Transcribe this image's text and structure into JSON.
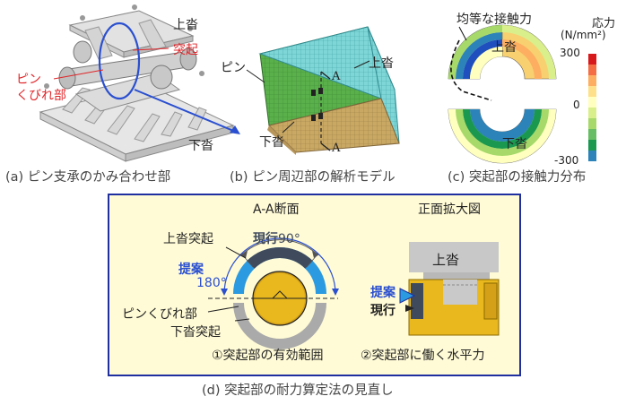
{
  "panel_a": {
    "label_upper": "上沓",
    "label_protrusion": "突起",
    "label_pin": "ピン",
    "label_neck": "くびれ部",
    "label_lower": "下沓",
    "caption": "(a) ピン支承のかみ合わせ部"
  },
  "panel_b": {
    "label_pin": "ピン",
    "label_upper": "上沓",
    "label_lower": "下沓",
    "section_a_top": "A",
    "section_a_bottom": "A",
    "caption": "(b) ピン周辺部の解析モデル"
  },
  "panel_c": {
    "label_uniform": "均等な接触力",
    "label_upper": "上沓",
    "label_lower": "下沓",
    "legend_title_1": "応力",
    "legend_title_2": "(N/mm²)",
    "legend_max": "300",
    "legend_mid": "0",
    "legend_min": "-300",
    "caption": "(c) 突起部の接触力分布",
    "colors": [
      "#d7191c",
      "#f46d43",
      "#fdae61",
      "#fee08b",
      "#ffffbf",
      "#d9ef8b",
      "#a6d96a",
      "#66bd63",
      "#1a9850",
      "#2b83ba",
      "#1f4fbf"
    ]
  },
  "panel_d": {
    "title_section": "A-A断面",
    "title_enlarged": "正面拡大図",
    "label_upper_protrusion": "上沓突起",
    "label_current": "現行",
    "label_current_angle": "90°",
    "label_proposal": "提案",
    "label_proposal_angle": "180°",
    "label_pin_neck": "ピンくびれ部",
    "label_lower_protrusion": "下沓突起",
    "label_upper_shoe": "上沓",
    "label_proposal_2": "提案",
    "label_current_2": "現行",
    "subcaption_1": "①突起部の有効範囲",
    "subcaption_2": "②突起部に働く水平力",
    "caption": "(d) 突起部の耐力算定法の見直し",
    "bg_color": "#fffbd6",
    "border_color": "#1f2fa0"
  }
}
